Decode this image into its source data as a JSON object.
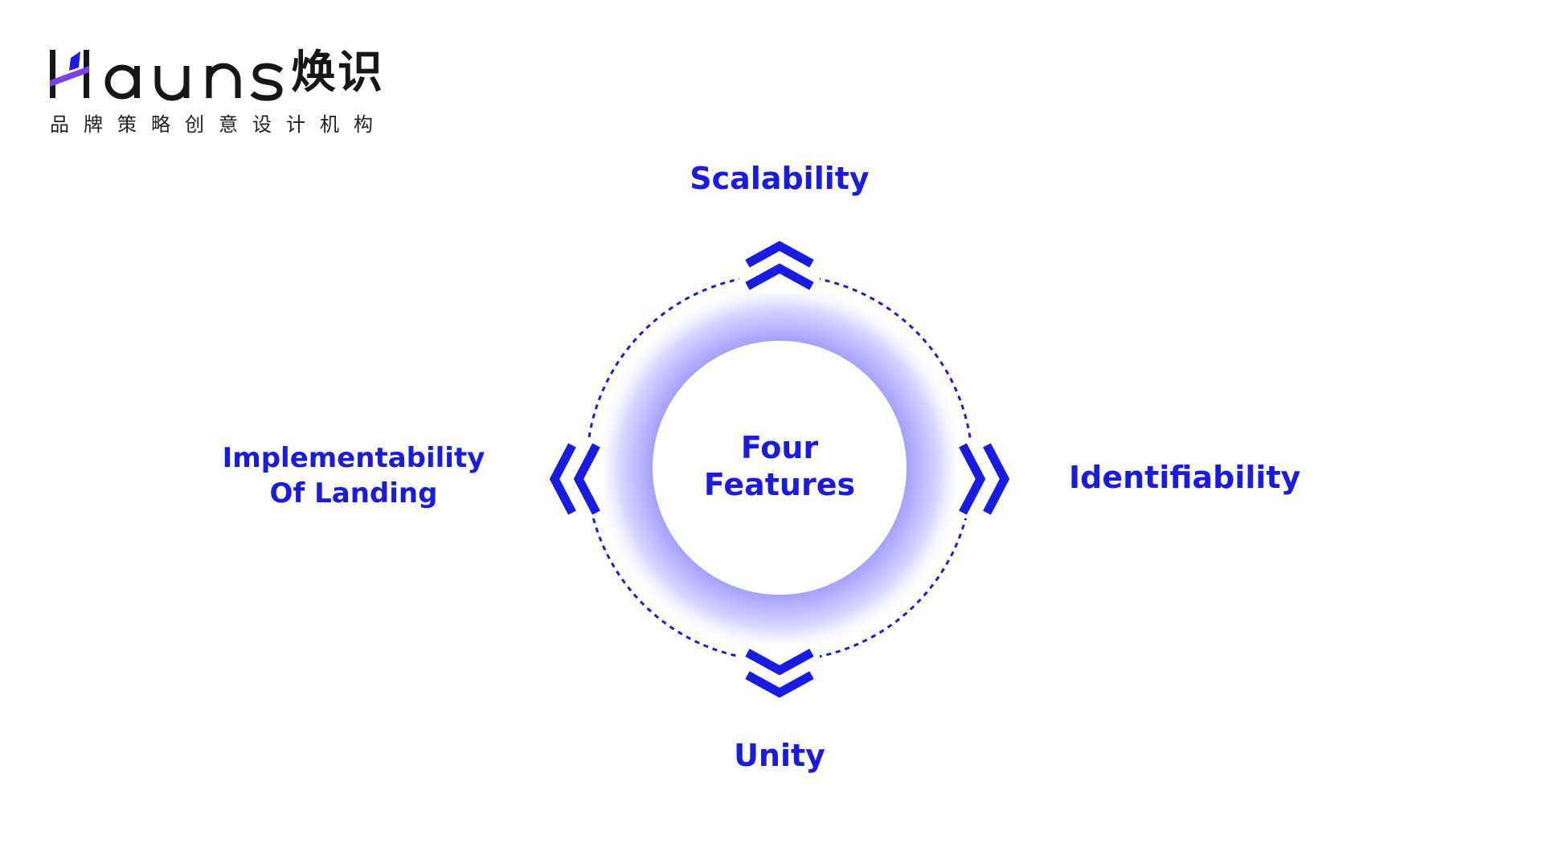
{
  "brand": {
    "wordmark": "Hauns",
    "chinese_name": "焕识",
    "tagline": "品牌策略创意设计机构",
    "accent_color": "#7b3ff2",
    "text_color": "#161616"
  },
  "diagram": {
    "center_line1": "Four",
    "center_line2": "Features",
    "top": "Scalability",
    "right": "Identifiability",
    "bottom": "Unity",
    "left_line1": "Implementability",
    "left_line2": "Of Landing",
    "primary_color": "#1a1ae6",
    "glow_color": "#a9a6ff"
  }
}
